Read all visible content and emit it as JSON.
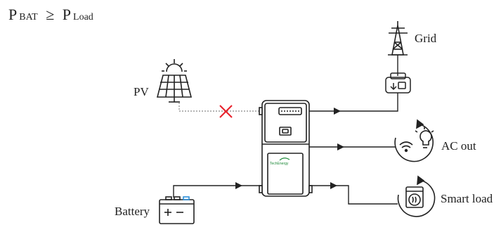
{
  "formula": {
    "p_left": "P",
    "sub_left": "BAT",
    "operator": "≥",
    "p_right": "P",
    "sub_right": "Load"
  },
  "labels": {
    "grid": "Grid",
    "pv": "PV",
    "ac_out": "AC out",
    "battery": "Battery",
    "smart_load": "Smart load"
  },
  "inverter_logo": "TechEnergy",
  "colors": {
    "line": "#222222",
    "pv_link": "#888888",
    "blocked": "#e8202a",
    "battery_cap": "#2f8fd8",
    "logo_green": "#1f8a3a"
  }
}
